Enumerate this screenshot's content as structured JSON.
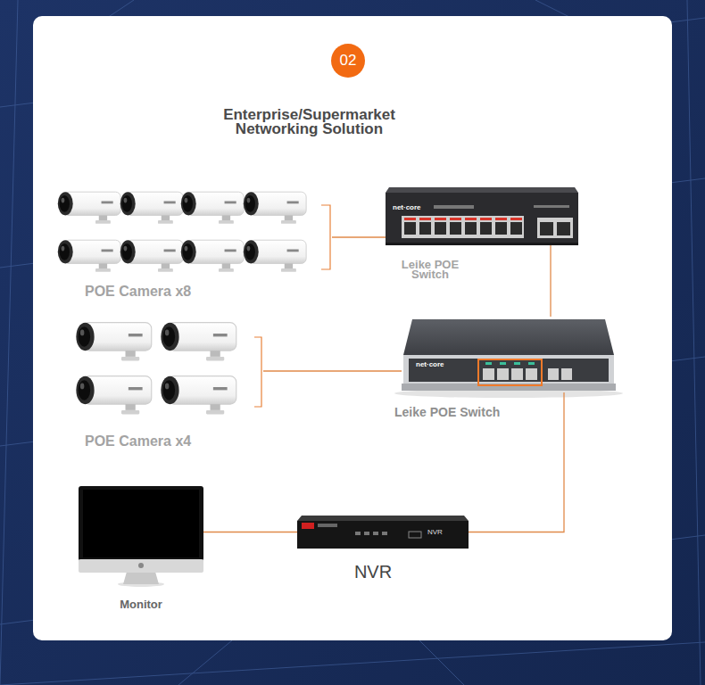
{
  "diagram": {
    "title": "Enterprise/Supermarket Networking Solution",
    "nodes": [
      {
        "text": [
          "POE Camera x8"
        ]
      },
      {
        "text": [
          "Leike POE Switch"
        ]
      },
      {
        "text": [
          "POE Camera x4"
        ]
      },
      {
        "text": [
          "Leike POE Switch"
        ]
      },
      {
        "text": [
          "Monitor"
        ]
      },
      {
        "text": [
          "NVR",
          "NVR"
        ]
      }
    ],
    "edges": [
      {
        "from": 0,
        "to": 1,
        "arrow": "none"
      },
      {
        "from": 2,
        "to": 3,
        "arrow": "none"
      },
      {
        "from": 1,
        "to": 3,
        "arrow": "none"
      },
      {
        "from": 3,
        "to": 5,
        "arrow": "none"
      },
      {
        "from": 5,
        "to": 4,
        "arrow": "none"
      }
    ],
    "labels": [
      "02",
      "net·core",
      "net·core"
    ]
  }
}
